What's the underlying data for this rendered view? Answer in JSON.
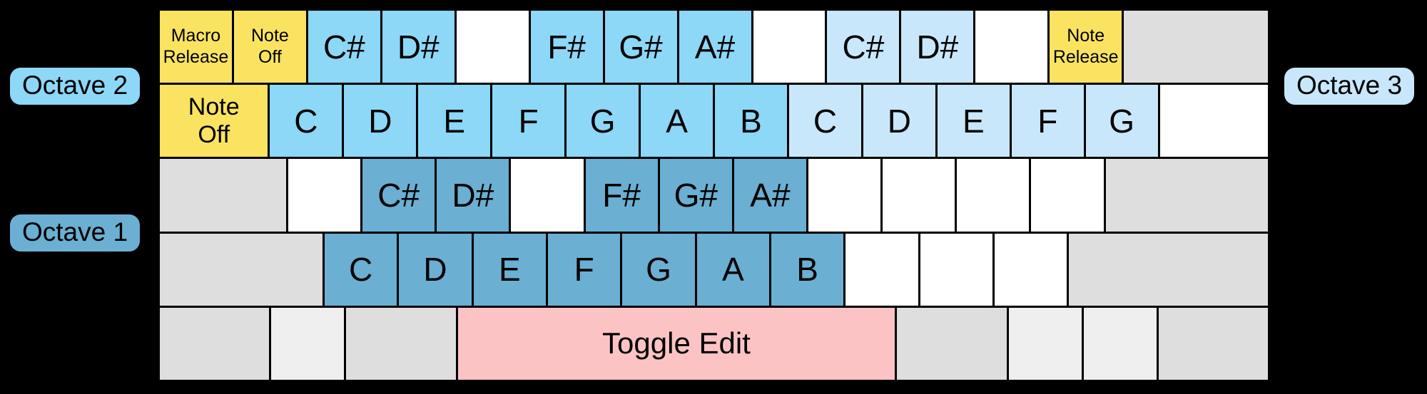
{
  "colors": {
    "background": "#000000",
    "key_text": "#000000",
    "octave1": "#6BAFD2",
    "octave2": "#8DD7F7",
    "octave3": "#C9E7FA",
    "function_yellow": "#F9E361",
    "toggle_pink": "#FCC3C5",
    "blank_white": "#FFFFFF",
    "modifier_gray": "#DEDEDE",
    "modifier_gray_light": "#EFEFEF"
  },
  "labels": {
    "octave1": "Octave 1",
    "octave2": "Octave 2",
    "octave3": "Octave 3"
  },
  "rows": [
    {
      "name": "number-row",
      "keys": [
        {
          "name": "macro-release-key",
          "label": "Macro\nRelease",
          "color": "function_yellow",
          "u": 1,
          "fs": "sm"
        },
        {
          "name": "note-off-key",
          "label": "Note\nOff",
          "color": "function_yellow",
          "u": 1,
          "fs": "sm"
        },
        {
          "name": "note-key-c-sharp",
          "label": "C#",
          "color": "octave2",
          "u": 1,
          "fs": "lg"
        },
        {
          "name": "note-key-d-sharp",
          "label": "D#",
          "color": "octave2",
          "u": 1,
          "fs": "lg"
        },
        {
          "name": "blank-key",
          "label": "",
          "color": "blank_white",
          "u": 1,
          "fs": "lg"
        },
        {
          "name": "note-key-f-sharp",
          "label": "F#",
          "color": "octave2",
          "u": 1,
          "fs": "lg"
        },
        {
          "name": "note-key-g-sharp",
          "label": "G#",
          "color": "octave2",
          "u": 1,
          "fs": "lg"
        },
        {
          "name": "note-key-a-sharp",
          "label": "A#",
          "color": "octave2",
          "u": 1,
          "fs": "lg"
        },
        {
          "name": "blank-key",
          "label": "",
          "color": "blank_white",
          "u": 1,
          "fs": "lg"
        },
        {
          "name": "note-key-c-sharp",
          "label": "C#",
          "color": "octave3",
          "u": 1,
          "fs": "lg"
        },
        {
          "name": "note-key-d-sharp",
          "label": "D#",
          "color": "octave3",
          "u": 1,
          "fs": "lg"
        },
        {
          "name": "blank-key",
          "label": "",
          "color": "blank_white",
          "u": 1,
          "fs": "lg"
        },
        {
          "name": "note-release-key",
          "label": "Note\nRelease",
          "color": "function_yellow",
          "u": 1,
          "fs": "sm"
        },
        {
          "name": "modifier-key",
          "label": "",
          "color": "modifier_gray",
          "u": 2,
          "fs": "lg"
        }
      ]
    },
    {
      "name": "qwerty-row",
      "keys": [
        {
          "name": "note-off-key",
          "label": "Note\nOff",
          "color": "function_yellow",
          "u": 1.5,
          "fs": "md"
        },
        {
          "name": "note-key-c",
          "label": "C",
          "color": "octave2",
          "u": 1,
          "fs": "lg"
        },
        {
          "name": "note-key-d",
          "label": "D",
          "color": "octave2",
          "u": 1,
          "fs": "lg"
        },
        {
          "name": "note-key-e",
          "label": "E",
          "color": "octave2",
          "u": 1,
          "fs": "lg"
        },
        {
          "name": "note-key-f",
          "label": "F",
          "color": "octave2",
          "u": 1,
          "fs": "lg"
        },
        {
          "name": "note-key-g",
          "label": "G",
          "color": "octave2",
          "u": 1,
          "fs": "lg"
        },
        {
          "name": "note-key-a",
          "label": "A",
          "color": "octave2",
          "u": 1,
          "fs": "lg"
        },
        {
          "name": "note-key-b",
          "label": "B",
          "color": "octave2",
          "u": 1,
          "fs": "lg"
        },
        {
          "name": "note-key-c",
          "label": "C",
          "color": "octave3",
          "u": 1,
          "fs": "lg"
        },
        {
          "name": "note-key-d",
          "label": "D",
          "color": "octave3",
          "u": 1,
          "fs": "lg"
        },
        {
          "name": "note-key-e",
          "label": "E",
          "color": "octave3",
          "u": 1,
          "fs": "lg"
        },
        {
          "name": "note-key-f",
          "label": "F",
          "color": "octave3",
          "u": 1,
          "fs": "lg"
        },
        {
          "name": "note-key-g",
          "label": "G",
          "color": "octave3",
          "u": 1,
          "fs": "lg"
        },
        {
          "name": "blank-key",
          "label": "",
          "color": "blank_white",
          "u": 1.5,
          "fs": "lg"
        }
      ]
    },
    {
      "name": "home-row",
      "keys": [
        {
          "name": "modifier-key",
          "label": "",
          "color": "modifier_gray",
          "u": 1.75,
          "fs": "lg"
        },
        {
          "name": "blank-key",
          "label": "",
          "color": "blank_white",
          "u": 1,
          "fs": "lg"
        },
        {
          "name": "note-key-c-sharp",
          "label": "C#",
          "color": "octave1",
          "u": 1,
          "fs": "lg"
        },
        {
          "name": "note-key-d-sharp",
          "label": "D#",
          "color": "octave1",
          "u": 1,
          "fs": "lg"
        },
        {
          "name": "blank-key",
          "label": "",
          "color": "blank_white",
          "u": 1,
          "fs": "lg"
        },
        {
          "name": "note-key-f-sharp",
          "label": "F#",
          "color": "octave1",
          "u": 1,
          "fs": "lg"
        },
        {
          "name": "note-key-g-sharp",
          "label": "G#",
          "color": "octave1",
          "u": 1,
          "fs": "lg"
        },
        {
          "name": "note-key-a-sharp",
          "label": "A#",
          "color": "octave1",
          "u": 1,
          "fs": "lg"
        },
        {
          "name": "blank-key",
          "label": "",
          "color": "blank_white",
          "u": 1,
          "fs": "lg"
        },
        {
          "name": "blank-key",
          "label": "",
          "color": "blank_white",
          "u": 1,
          "fs": "lg"
        },
        {
          "name": "blank-key",
          "label": "",
          "color": "blank_white",
          "u": 1,
          "fs": "lg"
        },
        {
          "name": "blank-key",
          "label": "",
          "color": "blank_white",
          "u": 1,
          "fs": "lg"
        },
        {
          "name": "modifier-key",
          "label": "",
          "color": "modifier_gray",
          "u": 2.25,
          "fs": "lg"
        }
      ]
    },
    {
      "name": "lower-row",
      "keys": [
        {
          "name": "modifier-key",
          "label": "",
          "color": "modifier_gray",
          "u": 2.25,
          "fs": "lg"
        },
        {
          "name": "note-key-c",
          "label": "C",
          "color": "octave1",
          "u": 1,
          "fs": "lg"
        },
        {
          "name": "note-key-d",
          "label": "D",
          "color": "octave1",
          "u": 1,
          "fs": "lg"
        },
        {
          "name": "note-key-e",
          "label": "E",
          "color": "octave1",
          "u": 1,
          "fs": "lg"
        },
        {
          "name": "note-key-f",
          "label": "F",
          "color": "octave1",
          "u": 1,
          "fs": "lg"
        },
        {
          "name": "note-key-g",
          "label": "G",
          "color": "octave1",
          "u": 1,
          "fs": "lg"
        },
        {
          "name": "note-key-a",
          "label": "A",
          "color": "octave1",
          "u": 1,
          "fs": "lg"
        },
        {
          "name": "note-key-b",
          "label": "B",
          "color": "octave1",
          "u": 1,
          "fs": "lg"
        },
        {
          "name": "blank-key",
          "label": "",
          "color": "blank_white",
          "u": 1,
          "fs": "lg"
        },
        {
          "name": "blank-key",
          "label": "",
          "color": "blank_white",
          "u": 1,
          "fs": "lg"
        },
        {
          "name": "blank-key",
          "label": "",
          "color": "blank_white",
          "u": 1,
          "fs": "lg"
        },
        {
          "name": "modifier-key",
          "label": "",
          "color": "modifier_gray",
          "u": 2.75,
          "fs": "lg"
        }
      ]
    },
    {
      "name": "space-row",
      "keys": [
        {
          "name": "modifier-key",
          "label": "",
          "color": "modifier_gray",
          "u": 1.5,
          "fs": "lg"
        },
        {
          "name": "modifier-key",
          "label": "",
          "color": "modifier_gray_light",
          "u": 1,
          "fs": "lg"
        },
        {
          "name": "modifier-key",
          "label": "",
          "color": "modifier_gray",
          "u": 1.5,
          "fs": "lg"
        },
        {
          "name": "toggle-edit-key",
          "label": "Toggle Edit",
          "color": "toggle_pink",
          "u": 6,
          "fs": "xl"
        },
        {
          "name": "modifier-key",
          "label": "",
          "color": "modifier_gray",
          "u": 1.5,
          "fs": "lg"
        },
        {
          "name": "modifier-key",
          "label": "",
          "color": "modifier_gray_light",
          "u": 1,
          "fs": "lg"
        },
        {
          "name": "modifier-key",
          "label": "",
          "color": "modifier_gray_light",
          "u": 1,
          "fs": "lg"
        },
        {
          "name": "modifier-key",
          "label": "",
          "color": "modifier_gray",
          "u": 1.5,
          "fs": "lg"
        }
      ]
    }
  ]
}
